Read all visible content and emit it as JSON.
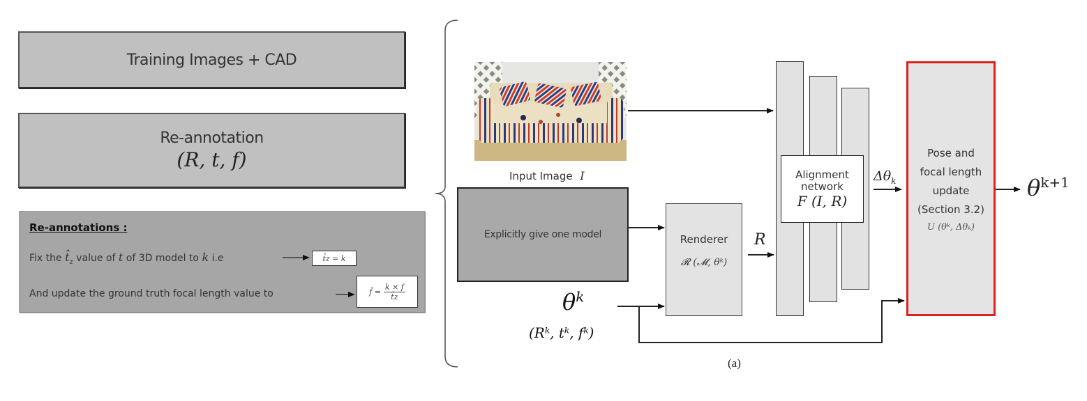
{
  "left_panel": {
    "training_box": {
      "label": "Training Images + CAD"
    },
    "reannotation_box": {
      "label": "Re-annotation",
      "math": "(R, t, f)"
    },
    "reannotations_note": {
      "heading": "Re-annotations :",
      "line1": {
        "prefix": "Fix the ",
        "var1": "t̂",
        "var1_sub": "z",
        "mid": " value of ",
        "var2": "t",
        "mid2": " of 3D model to ",
        "var3": "k",
        "suffix": "  i.e",
        "result": "t̂z = k"
      },
      "line2": {
        "text": "And update the ground truth focal length value to",
        "result_lhs": "f̂ =",
        "result_num": "k × f",
        "result_den": "t̂z"
      }
    }
  },
  "pipeline": {
    "input_image": {
      "caption": "Input Image",
      "caption_var": "I",
      "image_alt": "sofa photo"
    },
    "explicit_box": {
      "label": "Explicitly give one model"
    },
    "renderer": {
      "label": "Renderer",
      "formula": "𝓡 (𝓜, θᵏ)"
    },
    "render_output": "R",
    "theta_k": {
      "symbol": "θ",
      "sup": "k",
      "params": "(Rᵏ, tᵏ, fᵏ)"
    },
    "alignment": {
      "label_line1": "Alignment",
      "label_line2": "network",
      "formula": "F (I, R)"
    },
    "delta": {
      "symbol": "Δθ",
      "sub": "k"
    },
    "update_box": {
      "lines": [
        "Pose and",
        "focal length",
        "update",
        "(Section 3.2)"
      ],
      "formula": "U (θᵏ, Δθₖ)",
      "border_color": "#e02020"
    },
    "output": {
      "symbol": "θ",
      "sup": "k+1"
    },
    "subfigure_label": "(a)"
  }
}
